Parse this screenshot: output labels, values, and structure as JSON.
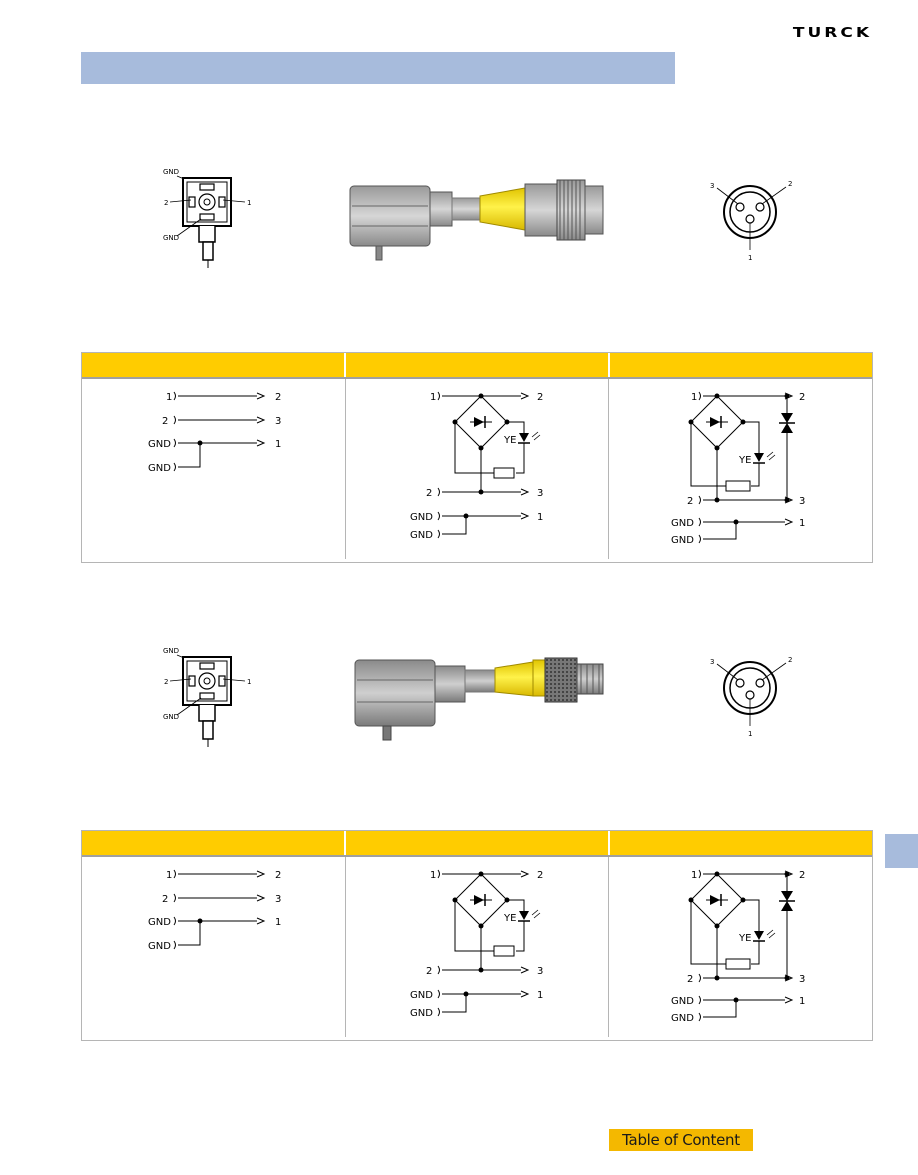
{
  "brand": {
    "logo_text": "TURCK"
  },
  "connector_face_labels": {
    "gnd_top": "GND",
    "pin_left": "2",
    "pin_right": "1",
    "gnd_bottom": "GND"
  },
  "receptacle_labels": {
    "pin_1": "1",
    "pin_2": "2",
    "pin_3": "3"
  },
  "wiring": {
    "plain": {
      "in_1": "1",
      "out_2": "2",
      "in_2": "2",
      "out_3": "3",
      "gnd_1": "GND",
      "out_1": "1",
      "gnd_2": "GND"
    },
    "bridge": {
      "in_1": "1",
      "out_2": "2",
      "led": "YE",
      "in_2": "2",
      "out_3": "3",
      "gnd_1": "GND",
      "out_1": "1",
      "gnd_2": "GND"
    },
    "bridge_tvs": {
      "in_1": "1",
      "out_2": "2",
      "led": "YE",
      "in_2": "2",
      "out_3": "3",
      "gnd_1": "GND",
      "out_1": "1",
      "gnd_2": "GND"
    }
  },
  "footer": {
    "toc_label": "Table of Content"
  },
  "colors": {
    "header_bar": "#a7bbdc",
    "table_header": "#ffcc00",
    "toc_button": "#f4b800",
    "cable_yellow": "#ffe300"
  }
}
